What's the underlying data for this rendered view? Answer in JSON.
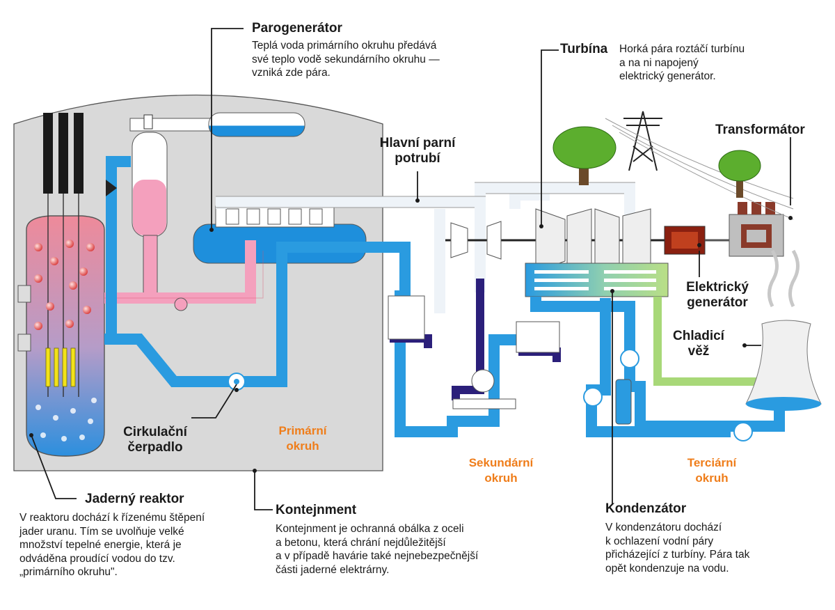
{
  "labels": {
    "steam_generator": {
      "title": "Parogenerátor",
      "desc": [
        "Teplá voda primárního okruhu předává",
        "své teplo vodě sekundárního okruhu —",
        "vzniká zde pára."
      ]
    },
    "turbine": {
      "title": "Turbína",
      "desc": [
        "Horká pára roztáčí turbínu",
        "a na ni napojený",
        "elektrický generátor."
      ]
    },
    "main_steam_pipe": {
      "title": [
        "Hlavní parní",
        "potrubí"
      ]
    },
    "transformer": {
      "title": "Transformátor"
    },
    "electric_generator": {
      "title": [
        "Elektrický",
        "generátor"
      ]
    },
    "cooling_tower": {
      "title": [
        "Chladicí",
        "věž"
      ]
    },
    "circulation_pump": {
      "title": [
        "Cirkulační",
        "čerpadlo"
      ]
    },
    "primary_circuit": {
      "title": [
        "Primární",
        "okruh"
      ]
    },
    "secondary_circuit": {
      "title": [
        "Sekundární",
        "okruh"
      ]
    },
    "tertiary_circuit": {
      "title": [
        "Terciární",
        "okruh"
      ]
    },
    "reactor": {
      "title": "Jaderný reaktor",
      "desc": [
        "V reaktoru dochází k řízenému štěpení",
        "jader uranu. Tím se uvolňuje velké",
        "množství tepelné energie, která je",
        "odváděna proudící vodou do tzv.",
        "„primárního okruhu\"."
      ]
    },
    "containment": {
      "title": "Kontejnment",
      "desc": [
        "Kontejnment je ochranná obálka z oceli",
        "a betonu, která chrání nejdůležitější",
        "a v případě havárie také nejnebezpečnější",
        "části jaderné elektrárny."
      ]
    },
    "condenser": {
      "title": "Kondenzátor",
      "desc": [
        "V kondenzátoru dochází",
        "k ochlazení vodní páry",
        "přicházející z turbíny. Pára tak",
        "opět kondenzuje na vodu."
      ]
    }
  },
  "colors": {
    "containment": "#d9d9d9",
    "primary_hot": "#f4a0bd",
    "primary_water": "#2a9be0",
    "steam": "#eef3f8",
    "secondary_dark": "#2b1f7a",
    "tertiary_green": "#a8d878",
    "accent_orange": "#ef7d1a"
  }
}
